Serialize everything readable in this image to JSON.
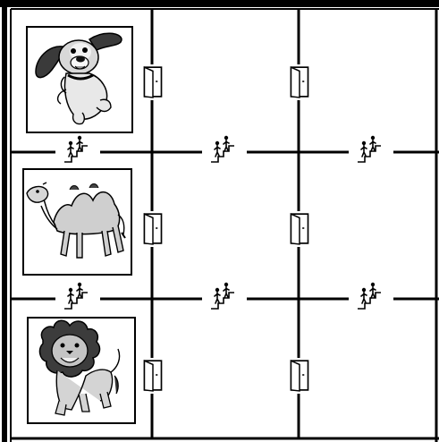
{
  "board": {
    "rows": 3,
    "cols": 3,
    "colors": {
      "wall": "#000000",
      "frame": "#222222",
      "background": "#ffffff"
    }
  },
  "animals": [
    {
      "row": 0,
      "col": 0,
      "kind": "dog",
      "icon": "dog-icon"
    },
    {
      "row": 1,
      "col": 0,
      "kind": "camel",
      "icon": "camel-icon"
    },
    {
      "row": 2,
      "col": 0,
      "kind": "lion",
      "icon": "lion-icon"
    }
  ],
  "doors": [
    {
      "row": 0,
      "between_cols": [
        0,
        1
      ],
      "icon": "door-icon"
    },
    {
      "row": 0,
      "between_cols": [
        1,
        2
      ],
      "icon": "door-icon"
    },
    {
      "row": 1,
      "between_cols": [
        0,
        1
      ],
      "icon": "door-icon"
    },
    {
      "row": 1,
      "between_cols": [
        1,
        2
      ],
      "icon": "door-icon"
    },
    {
      "row": 2,
      "between_cols": [
        0,
        1
      ],
      "icon": "door-icon"
    },
    {
      "row": 2,
      "between_cols": [
        1,
        2
      ],
      "icon": "door-icon"
    }
  ],
  "stairs": [
    {
      "col": 0,
      "between_rows": [
        0,
        1
      ],
      "icon": "stairs-icon"
    },
    {
      "col": 1,
      "between_rows": [
        0,
        1
      ],
      "icon": "stairs-icon"
    },
    {
      "col": 2,
      "between_rows": [
        0,
        1
      ],
      "icon": "stairs-icon"
    },
    {
      "col": 0,
      "between_rows": [
        1,
        2
      ],
      "icon": "stairs-icon"
    },
    {
      "col": 1,
      "between_rows": [
        1,
        2
      ],
      "icon": "stairs-icon"
    },
    {
      "col": 2,
      "between_rows": [
        1,
        2
      ],
      "icon": "stairs-icon"
    }
  ]
}
